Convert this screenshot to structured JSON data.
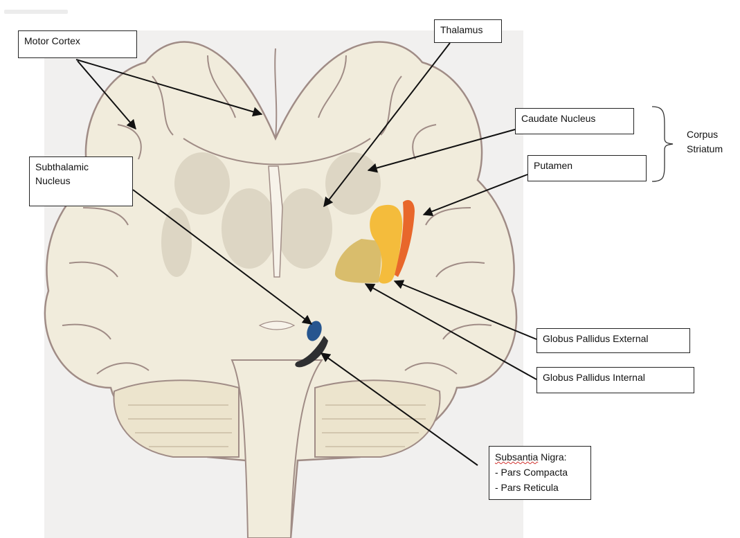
{
  "labels": {
    "motor_cortex": "Motor Cortex",
    "thalamus": "Thalamus",
    "caudate_nucleus": "Caudate Nucleus",
    "putamen": "Putamen",
    "corpus_striatum_line1": "Corpus",
    "corpus_striatum_line2": "Striatum",
    "subthalamic_line1": "Subthalamic",
    "subthalamic_line2": "Nucleus",
    "gp_external": "Globus Pallidus External",
    "gp_internal": "Globus Pallidus Internal",
    "sn_title_word": "Subsantia",
    "sn_title_rest": " Nigra:",
    "sn_line2": "- Pars Compacta",
    "sn_line3": "- Pars Reticula"
  },
  "colors": {
    "brain_fill": "#f1ecdc",
    "brain_outline": "#a08c86",
    "grey_matter": "#ddd6c4",
    "globus_pallidus_internal": "#d9bd6c",
    "globus_pallidus_external": "#f4bc3c",
    "putamen_highlight": "#e8672b",
    "subthalamic_nucleus": "#26558f",
    "substantia_nigra": "#2e2f31"
  }
}
